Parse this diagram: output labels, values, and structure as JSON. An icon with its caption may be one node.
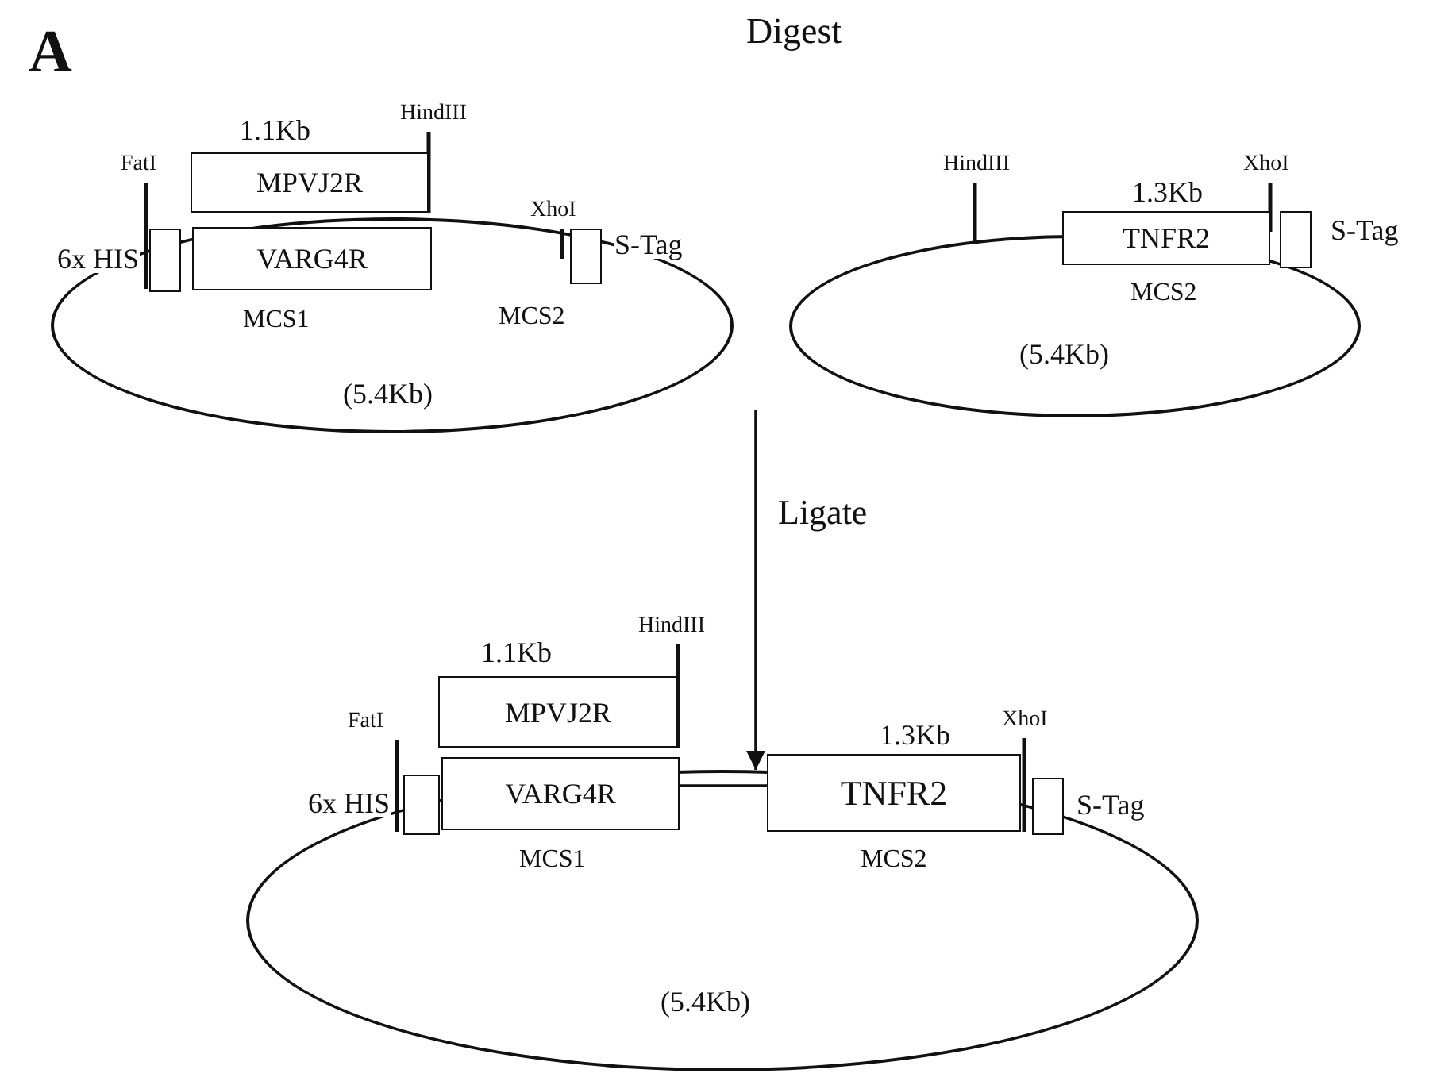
{
  "diagram": {
    "nodes": [
      {
        "text": [
          "(5.4Kb)"
        ]
      },
      {
        "text": [
          "HindIII"
        ]
      },
      {
        "text": [
          "FatI"
        ]
      },
      {
        "text": [
          "6x HIS"
        ],
        "in": 0
      },
      {
        "text": [
          "MPVJ2R"
        ],
        "beside": [
          "1.1Kb"
        ]
      },
      {
        "text": [
          "VARG4R"
        ],
        "in": 0,
        "beside": [
          "MCS1"
        ]
      },
      {
        "text": [
          "XhoI"
        ]
      },
      {
        "text": [
          "S-Tag"
        ],
        "in": 0,
        "beside": [
          "MCS2"
        ]
      },
      {
        "text": [
          "(5.4Kb)"
        ]
      },
      {
        "text": [
          "HindIII"
        ]
      },
      {
        "text": [
          "XhoI"
        ]
      },
      {
        "text": [
          "TNFR2"
        ],
        "beside": [
          "1.3Kb"
        ]
      },
      {
        "text": [
          "S-Tag"
        ]
      },
      {
        "text": [
          "(5.4Kb)"
        ]
      },
      {
        "text": [
          "HindIII"
        ]
      },
      {
        "text": [
          "FatI"
        ]
      },
      {
        "text": [
          "6x HIS"
        ],
        "in": 13
      },
      {
        "text": [
          "MPVJ2R"
        ],
        "beside": [
          "1.1Kb"
        ]
      },
      {
        "text": [
          "VARG4R"
        ],
        "beside": [
          "MCS1"
        ]
      },
      {
        "text": [
          "XhoI"
        ]
      },
      {
        "text": [
          "TNFR2"
        ],
        "beside": [
          "1.3Kb",
          "MCS2"
        ]
      },
      {
        "text": [
          "S-Tag"
        ],
        "in": 13
      }
    ],
    "edges": [
      {
        "from": null,
        "to": 13,
        "arrow": "to",
        "label": "Ligate"
      },
      {
        "from": 1,
        "to": 4,
        "arrow": "none"
      },
      {
        "from": 2,
        "to": 3,
        "arrow": "none"
      },
      {
        "from": 6,
        "to": 7,
        "arrow": "none"
      },
      {
        "from": 9,
        "to": 8,
        "arrow": "none"
      },
      {
        "from": 10,
        "to": 11,
        "arrow": "none"
      },
      {
        "from": 14,
        "to": 17,
        "arrow": "none"
      },
      {
        "from": 15,
        "to": 16,
        "arrow": "none"
      },
      {
        "from": 19,
        "to": 20,
        "arrow": "none"
      },
      {
        "from": 18,
        "to": 20,
        "arrow": "none"
      }
    ],
    "labels": [
      "A",
      "Digest",
      "MCS2"
    ]
  }
}
